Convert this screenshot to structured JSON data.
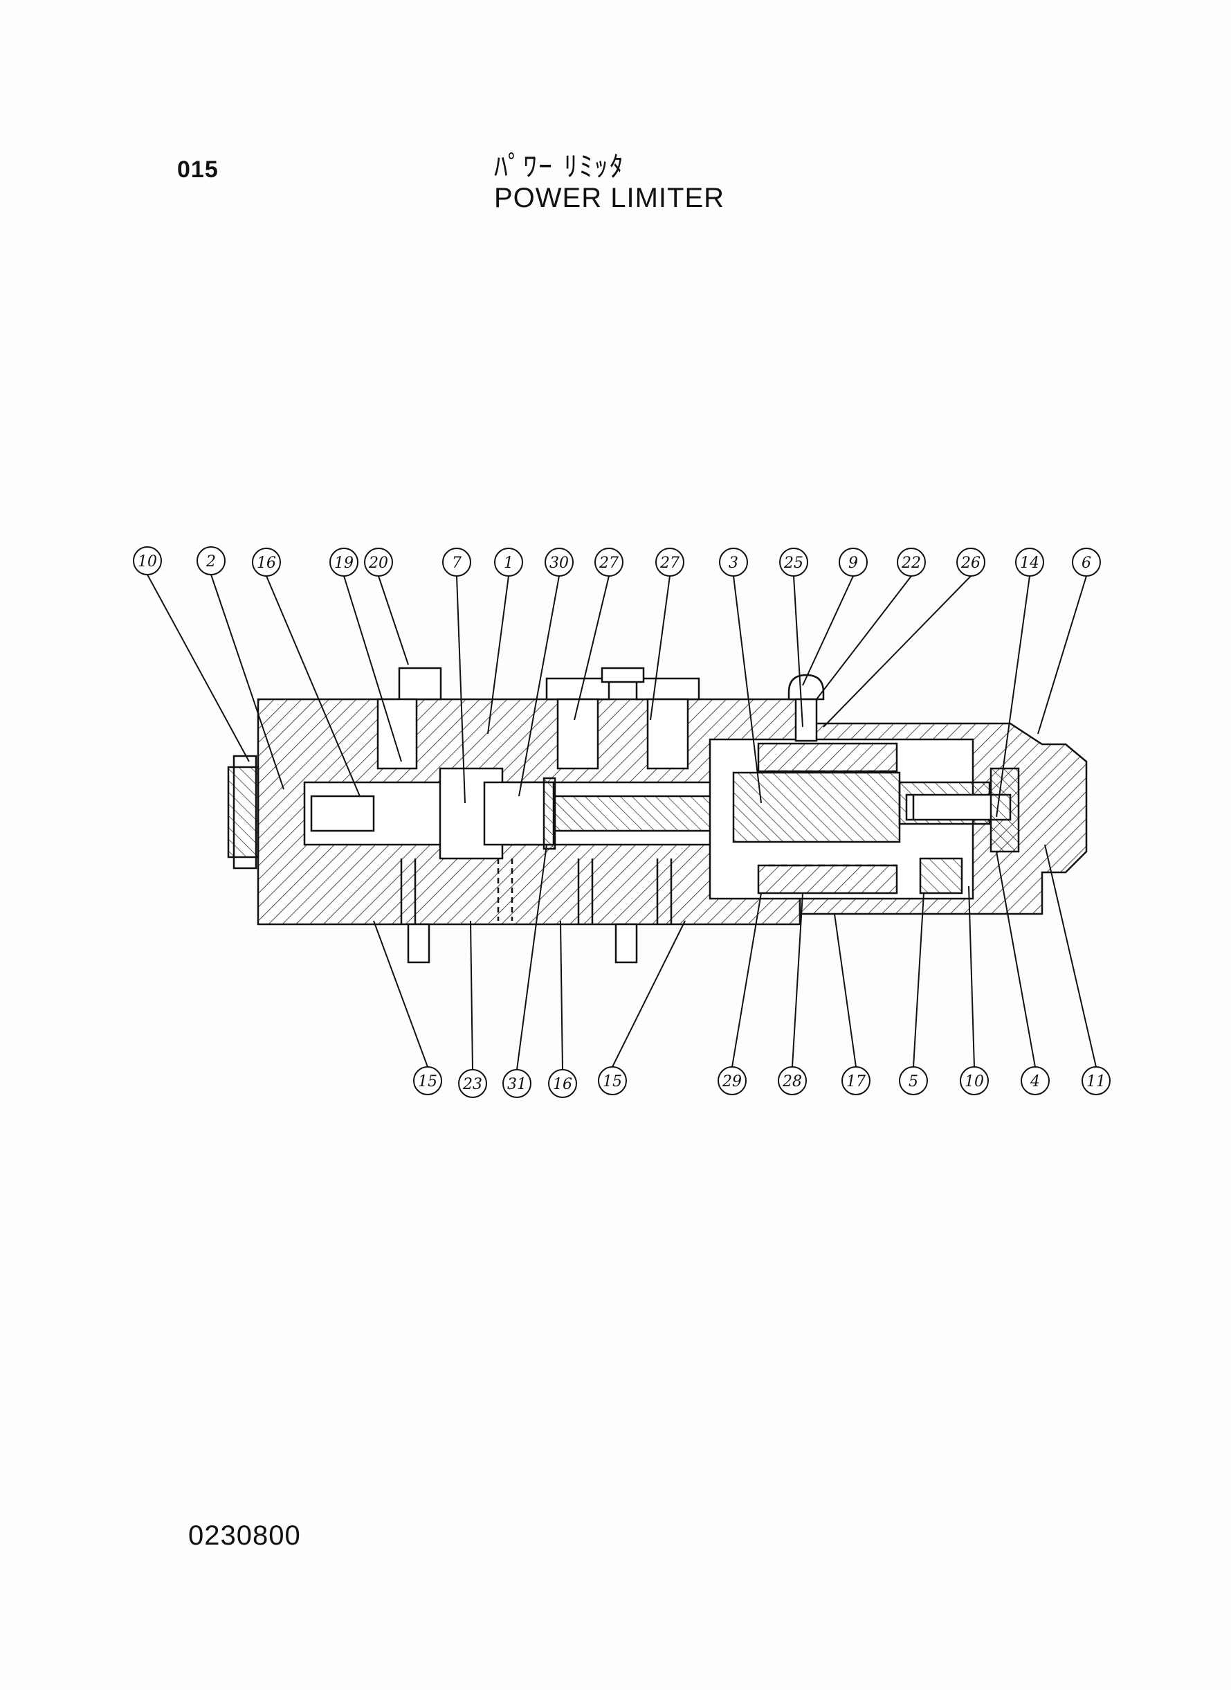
{
  "header": {
    "sheet_number": "015",
    "title_japanese": "ﾊﾟﾜｰ ﾘﾐｯﾀ",
    "title_english": "POWER LIMITER"
  },
  "footer": {
    "document_code": "0230800"
  },
  "diagram": {
    "callouts_top": [
      "10",
      "2",
      "16",
      "19",
      "20",
      "7",
      "1",
      "30",
      "27",
      "27",
      "3",
      "25",
      "9",
      "22",
      "26",
      "14",
      "6"
    ],
    "callouts_bottom": [
      "15",
      "23",
      "31",
      "16",
      "15",
      "29",
      "28",
      "17",
      "5",
      "10",
      "4",
      "11"
    ]
  }
}
